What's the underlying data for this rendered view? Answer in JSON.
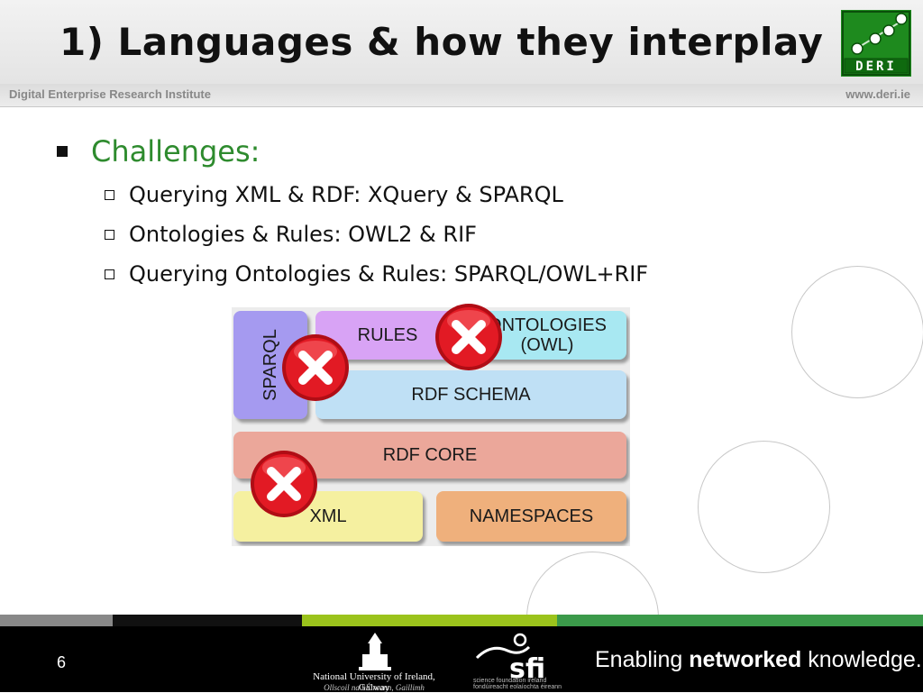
{
  "slide": {
    "title": "1) Languages & how they interplay",
    "institute": "Digital Enterprise Research Institute",
    "url": "www.deri.ie",
    "logo_text": "DERI",
    "page_number": "6"
  },
  "content": {
    "main_bullet": "Challenges:",
    "sub_bullets": [
      "Querying XML & RDF: XQuery & SPARQL",
      "Ontologies & Rules: OWL2 & RIF",
      "Querying Ontologies & Rules: SPARQL/OWL+RIF"
    ]
  },
  "diagram": {
    "blocks": {
      "sparql": "SPARQL",
      "rules": "RULES",
      "ontologies_line1": "ONTOLOGIES",
      "ontologies_line2": "(OWL)",
      "rdf_schema": "RDF SCHEMA",
      "rdf_core": "RDF CORE",
      "xml": "XML",
      "namespaces": "NAMESPACES"
    },
    "colors": {
      "sparql": "#a59af0",
      "rules": "#d8a3f5",
      "ontologies": "#a8e8f2",
      "rdf_schema": "#bfe0f5",
      "rdf_core": "#eba79a",
      "xml": "#f5f0a0",
      "namespaces": "#efb07c",
      "x_mark": "#e21a24"
    }
  },
  "footer": {
    "nuig_name": "National University of Ireland, Galway",
    "nuig_sub": "Ollscoil na hÉireann, Gaillimh",
    "sfi_text": "sfi",
    "sfi_sub_line1": "science foundation ireland",
    "sfi_sub_line2": "fondúireacht eolaíochta éireann",
    "tagline_pre": "Enabling ",
    "tagline_bold": "networked",
    "tagline_post": " knowledge.",
    "stripe_colors": [
      "#888888",
      "#111111",
      "#9bc31c",
      "#3b9a4a"
    ]
  }
}
